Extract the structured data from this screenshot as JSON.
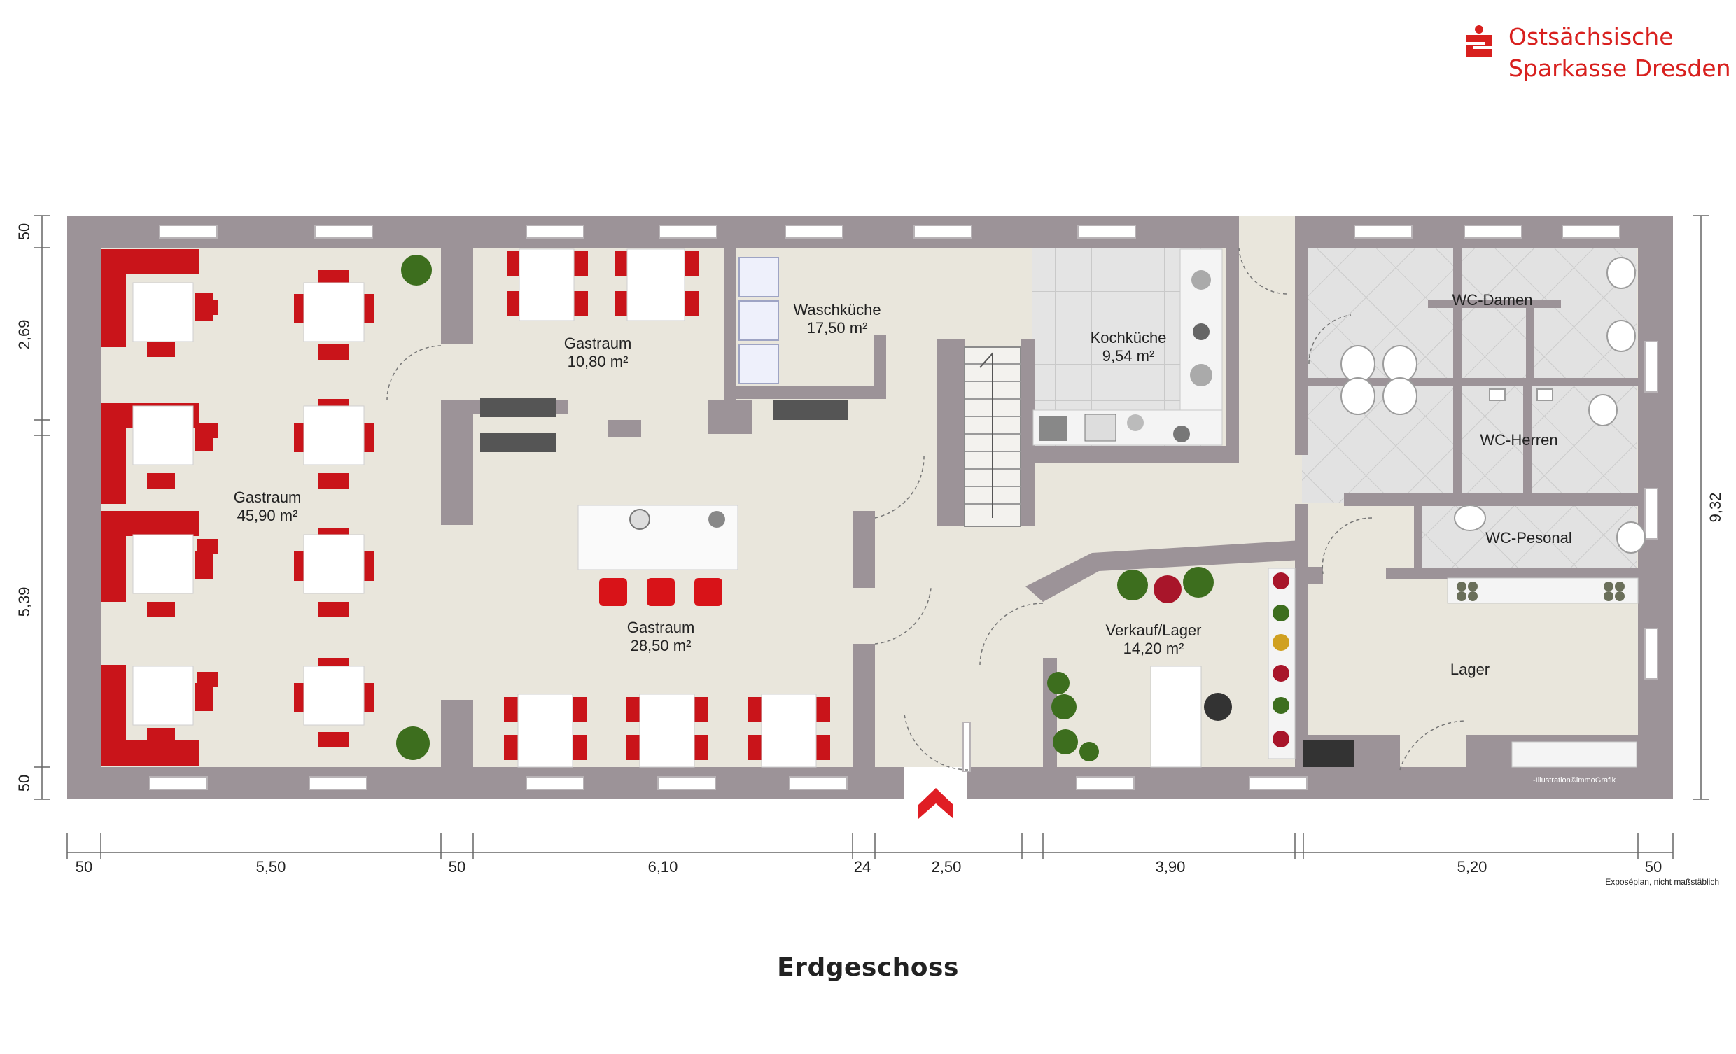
{
  "logo": {
    "line1": "Ostsächsische",
    "line2": "Sparkasse Dresden",
    "color": "#d8201e"
  },
  "title": "Erdgeschoss",
  "rooms": [
    {
      "name": "Gastraum",
      "area": "45,90 m²"
    },
    {
      "name": "Gastraum",
      "area": "10,80 m²"
    },
    {
      "name": "Waschküche",
      "area": "17,50 m²"
    },
    {
      "name": "Kochküche",
      "area": "9,54 m²"
    },
    {
      "name": "Gastraum",
      "area": "28,50 m²"
    },
    {
      "name": "Verkauf/Lager",
      "area": "14,20 m²"
    },
    {
      "name": "WC-Damen"
    },
    {
      "name": "WC-Herren"
    },
    {
      "name": "WC-Pesonal"
    },
    {
      "name": "Lager"
    }
  ],
  "dimensions": {
    "bottom": [
      "50",
      "5,50",
      "50",
      "6,10",
      "24",
      "2,50",
      "3,90",
      "5,20",
      "50"
    ],
    "left": [
      "50",
      "2,69",
      "5,39",
      "50"
    ],
    "right": "9,32"
  },
  "credit": "-Illustration©immoGrafik",
  "scale_note": "Exposéplan, nicht maßstäblich",
  "colors": {
    "wall": "#9c9398",
    "floor": "#e9e6dc",
    "tile": "#dcdcdc",
    "accent": "#d8201e"
  }
}
